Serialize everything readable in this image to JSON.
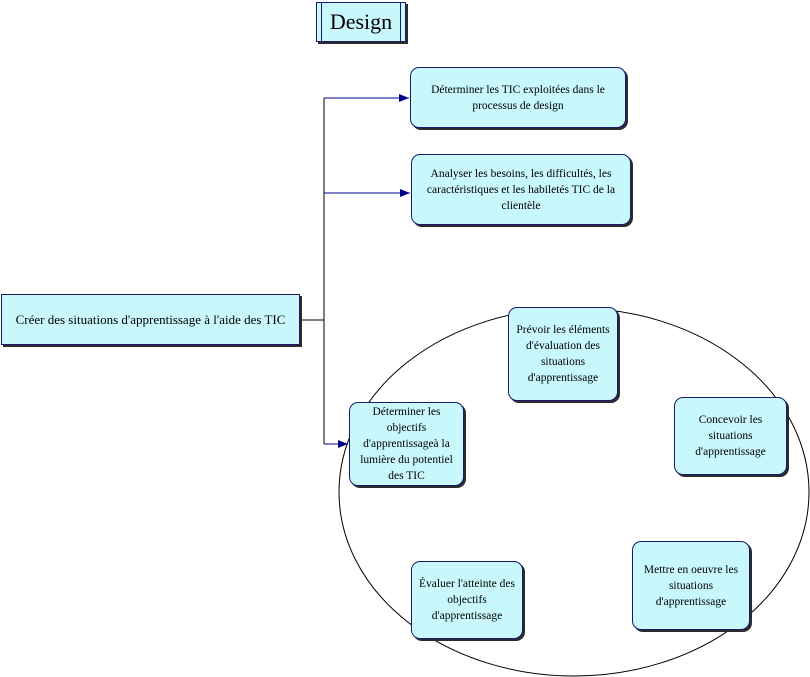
{
  "title": "Design",
  "root": "Créer des situations d'apprentissage à l'aide des TIC",
  "branches": [
    "Déterminer les TIC exploitées dans le processus de design",
    "Analyser les besoins, les difficultés, les caractéristiques et les habiletés TIC de la clientèle"
  ],
  "cycle": {
    "determiner": "Déterminer les objectifs d'apprentissageà la lumière du potentiel des TIC",
    "prevoir": "Prévoir les éléments d'évaluation des situations d'apprentissage",
    "concevoir": "Concevoir les situations d'apprentissage",
    "mettre": "Mettre en oeuvre les situations d'apprentissage",
    "evaluer": "Évaluer l'atteinte des objectifs d'apprentissage"
  },
  "colors": {
    "fill": "#c9f8fc",
    "border": "#1a1a6e",
    "connector": "#00008b"
  }
}
